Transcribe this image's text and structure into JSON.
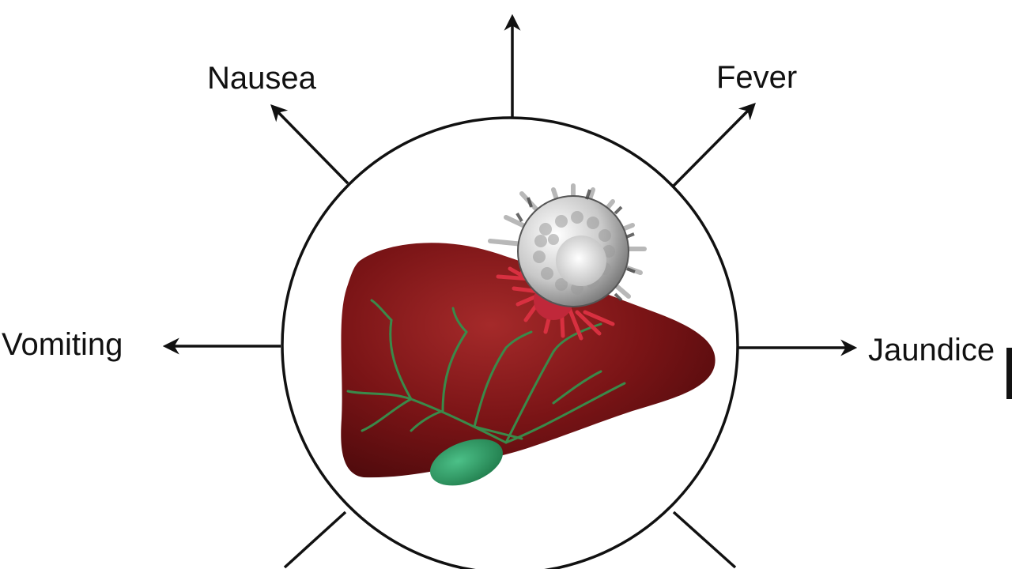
{
  "diagram": {
    "center_subject": "liver-with-virus",
    "symptoms": {
      "nausea": "Nausea",
      "fever": "Fever",
      "vomiting": "Vomiting",
      "jaundice": "Jaundice"
    },
    "colors": {
      "liver": "#7a1416",
      "liver_highlight": "#a52a2a",
      "bile_ducts": "#3a8a4a",
      "gallbladder": "#2e9a64",
      "virus": "#c8c8c8",
      "virus_spikes_red": "#d83040",
      "arrows": "#111111",
      "circle": "#111111"
    }
  }
}
